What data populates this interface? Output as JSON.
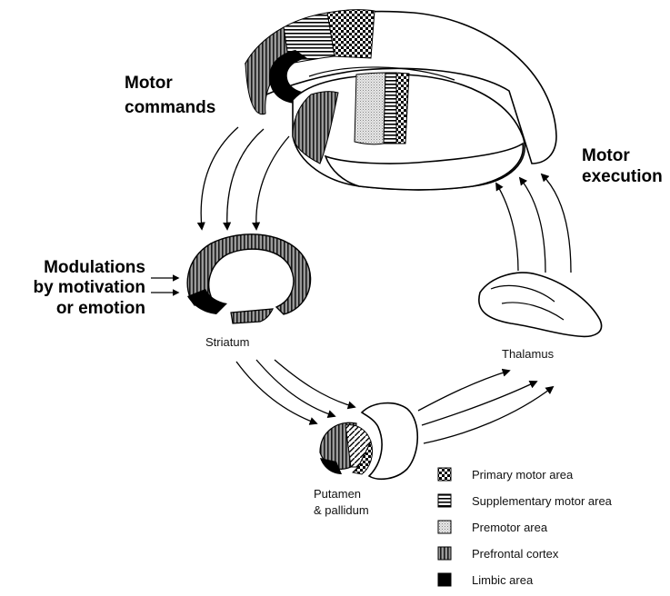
{
  "labels": {
    "motor_commands": [
      "Motor",
      "commands"
    ],
    "motor_execution": [
      "Motor",
      "execution"
    ],
    "modulations": [
      "Modulations",
      "by motivation",
      "or emotion"
    ],
    "striatum": "Striatum",
    "thalamus": "Thalamus",
    "putamen": [
      "Putamen",
      "& pallidum"
    ]
  },
  "legend": [
    {
      "label": "Primary motor area",
      "pattern": "checker"
    },
    {
      "label": "Supplementary motor area",
      "pattern": "hstripe"
    },
    {
      "label": "Premotor area",
      "pattern": "dots"
    },
    {
      "label": "Prefrontal cortex",
      "pattern": "vstripe"
    },
    {
      "label": "Limbic area",
      "pattern": "solid"
    }
  ]
}
